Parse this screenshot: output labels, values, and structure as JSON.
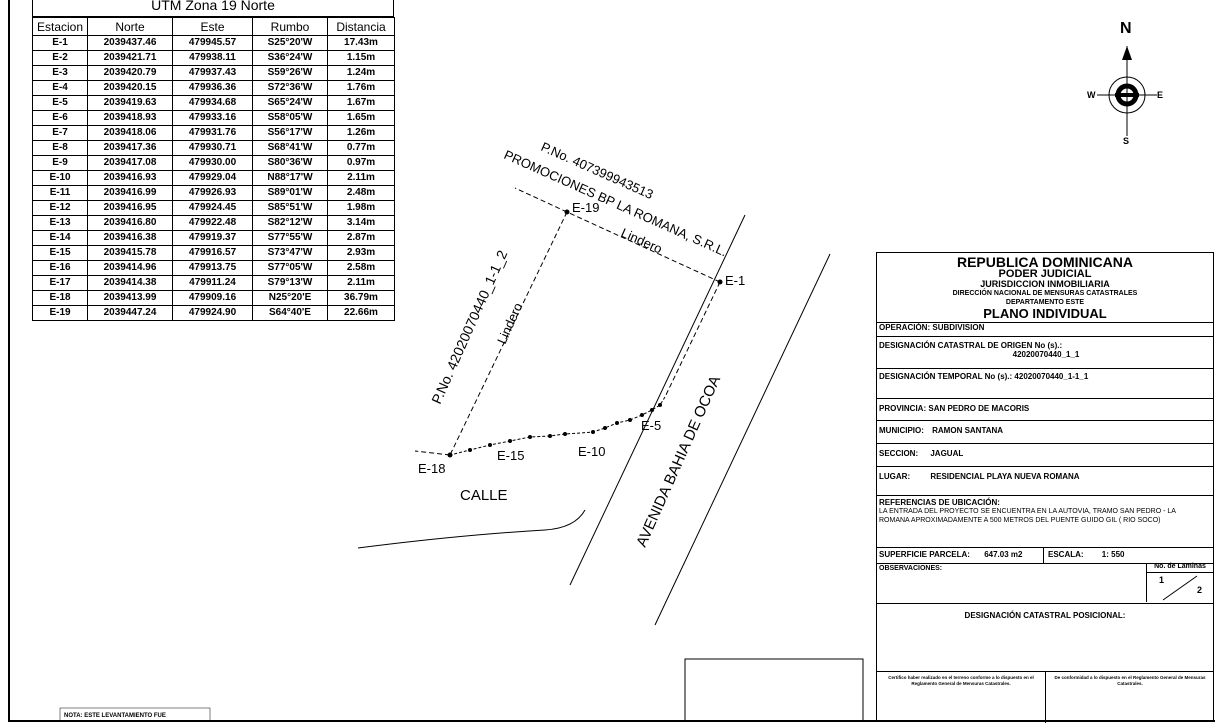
{
  "table": {
    "title": "UTM Zona 19 Norte",
    "headers": [
      "Estacion",
      "Norte",
      "Este",
      "Rumbo",
      "Distancia"
    ],
    "rows": [
      [
        "E-1",
        "2039437.46",
        "479945.57",
        "S25°20'W",
        "17.43m"
      ],
      [
        "E-2",
        "2039421.71",
        "479938.11",
        "S36°24'W",
        "1.15m"
      ],
      [
        "E-3",
        "2039420.79",
        "479937.43",
        "S59°26'W",
        "1.24m"
      ],
      [
        "E-4",
        "2039420.15",
        "479936.36",
        "S72°36'W",
        "1.76m"
      ],
      [
        "E-5",
        "2039419.63",
        "479934.68",
        "S65°24'W",
        "1.67m"
      ],
      [
        "E-6",
        "2039418.93",
        "479933.16",
        "S58°05'W",
        "1.65m"
      ],
      [
        "E-7",
        "2039418.06",
        "479931.76",
        "S56°17'W",
        "1.26m"
      ],
      [
        "E-8",
        "2039417.36",
        "479930.71",
        "S68°41'W",
        "0.77m"
      ],
      [
        "E-9",
        "2039417.08",
        "479930.00",
        "S80°36'W",
        "0.97m"
      ],
      [
        "E-10",
        "2039416.93",
        "479929.04",
        "N88°17'W",
        "2.11m"
      ],
      [
        "E-11",
        "2039416.99",
        "479926.93",
        "S89°01'W",
        "2.48m"
      ],
      [
        "E-12",
        "2039416.95",
        "479924.45",
        "S85°51'W",
        "1.98m"
      ],
      [
        "E-13",
        "2039416.80",
        "479922.48",
        "S82°12'W",
        "3.14m"
      ],
      [
        "E-14",
        "2039416.38",
        "479919.37",
        "S77°55'W",
        "2.87m"
      ],
      [
        "E-15",
        "2039415.78",
        "479916.57",
        "S73°47'W",
        "2.93m"
      ],
      [
        "E-16",
        "2039414.96",
        "479913.75",
        "S77°05'W",
        "2.58m"
      ],
      [
        "E-17",
        "2039414.38",
        "479911.24",
        "S79°13'W",
        "2.11m"
      ],
      [
        "E-18",
        "2039413.99",
        "479909.16",
        "N25°20'E",
        "36.79m"
      ],
      [
        "E-19",
        "2039447.24",
        "479924.90",
        "S64°40'E",
        "22.66m"
      ]
    ]
  },
  "compass": {
    "n": "N",
    "s": "S",
    "e": "E",
    "w": "W"
  },
  "drawing": {
    "neighbor_north": "P.No. 407399943513",
    "neighbor_north_name": "PROMOCIONES BP LA ROMANA, S.R.L.",
    "neighbor_west": "P.No. 42020070440_1-1_2",
    "lindero": "Lindero",
    "street_avenue": "AVENIDA BAHIA DE OCOA",
    "street_calle": "CALLE",
    "stations": [
      "E-1",
      "E-19",
      "E-5",
      "E-10",
      "E-15",
      "E-18"
    ],
    "nota": "NOTA: ESTE LEVANTAMIENTO FUE"
  },
  "titleblock": {
    "country": "REPUBLICA DOMINICANA",
    "branch": "PODER JUDICIAL",
    "jurisdiction": "JURISDICCION INMOBILIARIA",
    "direction": "DIRECCIÓN NACIONAL DE MENSURAS CATASTRALES",
    "department": "DEPARTAMENTO ESTE",
    "plan_title": "PLANO INDIVIDUAL",
    "operation_label": "OPERACIÓN:",
    "operation": "SUBDIVISION",
    "origin_label": "DESIGNACIÓN CATASTRAL DE ORIGEN No (s).:",
    "origin": "42020070440_1_1",
    "temp_label": "DESIGNACIÓN TEMPORAL No (s).:",
    "temp": "42020070440_1-1_1",
    "province_label": "PROVINCIA:",
    "province": "SAN PEDRO DE MACORIS",
    "municipality_label": "MUNICIPIO:",
    "municipality": "RAMON SANTANA",
    "section_label": "SECCION:",
    "section": "JAGUAL",
    "place_label": "LUGAR:",
    "place": "RESIDENCIAL PLAYA NUEVA ROMANA",
    "refs_label": "REFERENCIAS DE UBICACIÓN:",
    "refs": "LA ENTRADA DEL PROYECTO SE ENCUENTRA EN LA AUTOVIA, TRAMO SAN PEDRO - LA ROMANA APROXIMADAMENTE A 500 METROS DEL PUENTE GUIDO GIL ( RIO SOCO)",
    "area_label": "SUPERFICIE PARCELA:",
    "area": "647.03 m2",
    "scale_label": "ESCALA:",
    "scale": "1: 550",
    "obs_label": "OBSERVACIONES:",
    "sheets_label": "No. de Laminas",
    "sheet_num": "1",
    "sheet_total": "2",
    "posicional_label": "DESIGNACIÓN CATASTRAL POSICIONAL:",
    "cert_left": "Certifico haber realizado en el terreno conforme a lo dispuesto en el Reglamento General de Mensuras Catastrales.",
    "cert_right": "De conformidad a lo dispuesto en el Reglamento General de Mensuras Catastrales."
  }
}
